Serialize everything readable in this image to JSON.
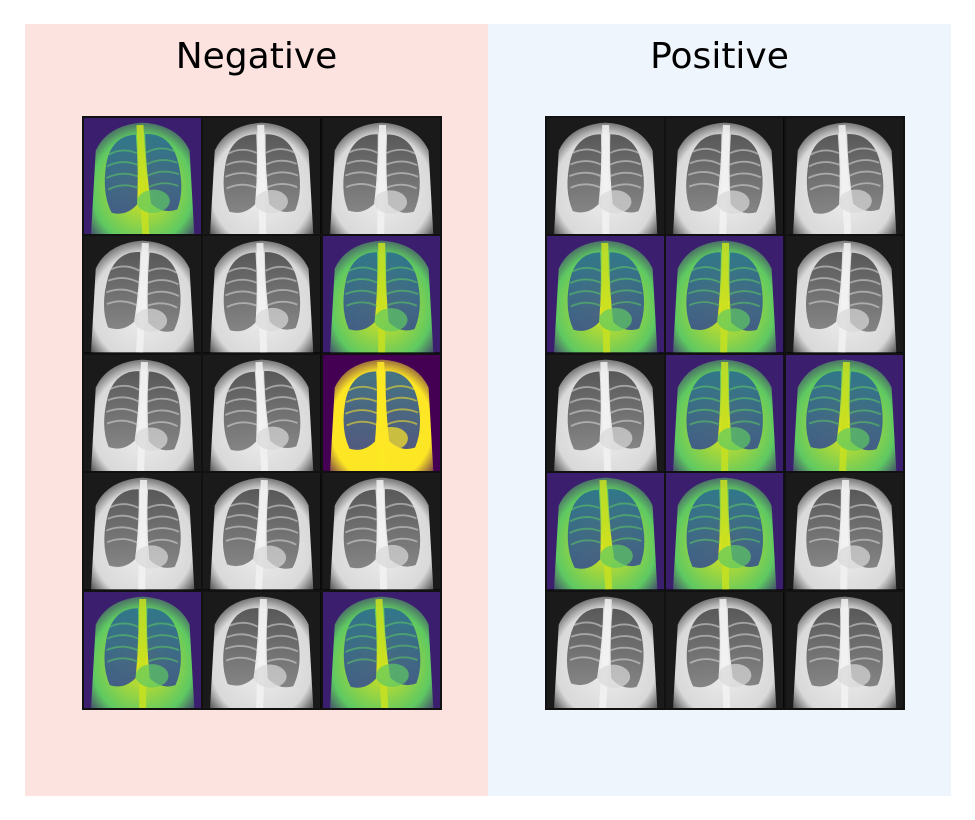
{
  "colors": {
    "negative_bg": "#fde3df",
    "positive_bg": "#eef5fd",
    "grid_border": "#111111"
  },
  "panels": [
    {
      "id": "negative",
      "title": "Negative",
      "tiles": [
        "viridis",
        "gray",
        "gray",
        "gray",
        "gray",
        "viridis",
        "gray",
        "gray",
        "viridis-hot",
        "gray",
        "gray",
        "gray",
        "viridis",
        "gray",
        "viridis"
      ]
    },
    {
      "id": "positive",
      "title": "Positive",
      "tiles": [
        "gray",
        "gray",
        "gray",
        "viridis",
        "viridis",
        "gray",
        "gray",
        "viridis",
        "viridis",
        "viridis",
        "viridis",
        "gray",
        "gray",
        "gray",
        "gray"
      ]
    }
  ]
}
